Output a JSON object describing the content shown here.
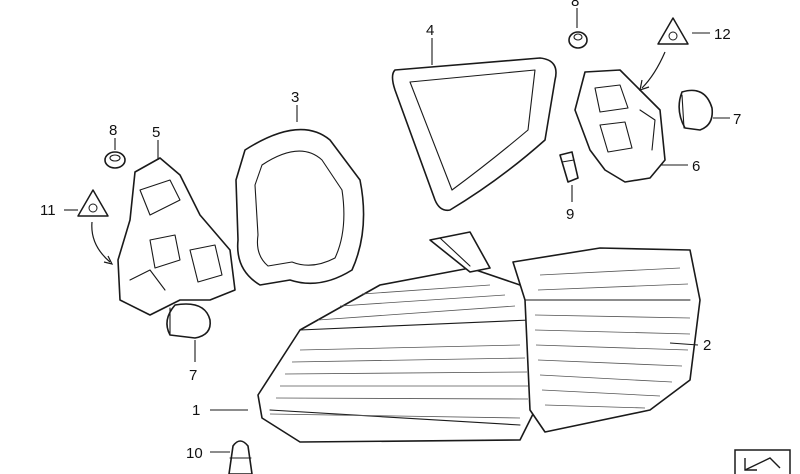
{
  "callouts": [
    {
      "id": "1",
      "text": "1"
    },
    {
      "id": "2",
      "text": "2"
    },
    {
      "id": "3",
      "text": "3"
    },
    {
      "id": "4",
      "text": "4"
    },
    {
      "id": "5",
      "text": "5"
    },
    {
      "id": "6",
      "text": "6"
    },
    {
      "id": "7a",
      "text": "7"
    },
    {
      "id": "7b",
      "text": "7"
    },
    {
      "id": "8a",
      "text": "8"
    },
    {
      "id": "8b",
      "text": "8"
    },
    {
      "id": "9",
      "text": "9"
    },
    {
      "id": "10",
      "text": "10"
    },
    {
      "id": "11",
      "text": "11"
    },
    {
      "id": "12",
      "text": "12"
    }
  ],
  "icons": {
    "warning_left": "bulb-warning-triangle-icon",
    "warning_right": "bulb-warning-triangle-icon",
    "corner_badge": "corner-arrow-badge-icon"
  },
  "colors": {
    "line": "#1a1a1a",
    "background": "#ffffff"
  }
}
